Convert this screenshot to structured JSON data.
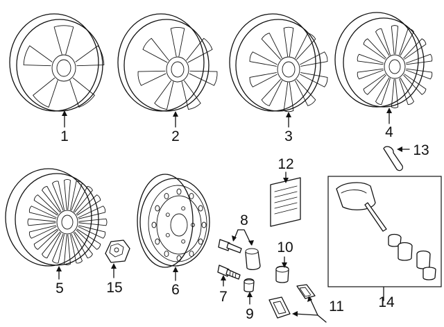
{
  "callouts": [
    {
      "id": "1",
      "label": "1"
    },
    {
      "id": "2",
      "label": "2"
    },
    {
      "id": "3",
      "label": "3"
    },
    {
      "id": "4",
      "label": "4"
    },
    {
      "id": "5",
      "label": "5"
    },
    {
      "id": "6",
      "label": "6"
    },
    {
      "id": "7",
      "label": "7"
    },
    {
      "id": "8",
      "label": "8"
    },
    {
      "id": "9",
      "label": "9"
    },
    {
      "id": "10",
      "label": "10"
    },
    {
      "id": "11",
      "label": "11"
    },
    {
      "id": "12",
      "label": "12"
    },
    {
      "id": "13",
      "label": "13"
    },
    {
      "id": "14",
      "label": "14"
    },
    {
      "id": "15",
      "label": "15"
    }
  ],
  "parts": [
    {
      "ref": "1",
      "kind": "alloy-wheel",
      "spokes": 5
    },
    {
      "ref": "2",
      "kind": "alloy-wheel",
      "spokes": 7
    },
    {
      "ref": "3",
      "kind": "alloy-wheel",
      "spokes": 10
    },
    {
      "ref": "4",
      "kind": "alloy-wheel",
      "spokes": 14
    },
    {
      "ref": "5",
      "kind": "alloy-wheel",
      "spokes": 20
    },
    {
      "ref": "6",
      "kind": "steel-wheel"
    },
    {
      "ref": "7",
      "kind": "wheel-bolt"
    },
    {
      "ref": "8",
      "kind": "lock-bolt-set"
    },
    {
      "ref": "9",
      "kind": "bolt-cap"
    },
    {
      "ref": "10",
      "kind": "lock-bolt-cap"
    },
    {
      "ref": "11",
      "kind": "bolt-cap-removal-tool"
    },
    {
      "ref": "12",
      "kind": "tire-info-label"
    },
    {
      "ref": "13",
      "kind": "valve-stem"
    },
    {
      "ref": "14",
      "kind": "tpms-sensor-kit"
    },
    {
      "ref": "15",
      "kind": "center-cap"
    }
  ],
  "colors": {
    "line": "#111111",
    "background": "#ffffff"
  }
}
